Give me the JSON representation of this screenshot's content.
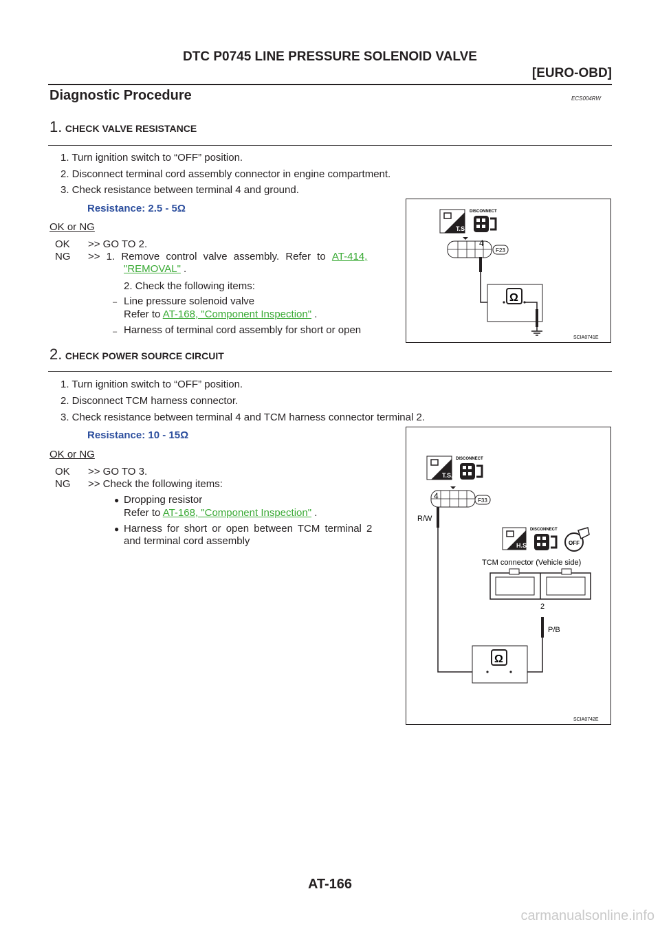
{
  "header": {
    "title": "DTC P0745 LINE PRESSURE SOLENOID VALVE",
    "subtitle": "[EURO-OBD]"
  },
  "section": {
    "title": "Diagnostic Procedure",
    "code": "ECS004RW"
  },
  "step1": {
    "num": "1.",
    "title": "CHECK VALVE RESISTANCE",
    "items": [
      "1. Turn ignition switch to “OFF” position.",
      "2. Disconnect terminal cord assembly connector in engine compartment.",
      "3. Check resistance between terminal 4 and ground."
    ],
    "spec": "Resistance: 2.5 - 5Ω",
    "okng": "OK or NG",
    "ok_label": "OK",
    "ok_text": ">> GO TO 2.",
    "ng_label": "NG",
    "ng_text_a": ">> 1. Remove control valve assembly. Refer to ",
    "ng_link_a": "AT-414,",
    "ng_link_b": "\"REMOVAL\"",
    "ng_after_b": " .",
    "sub2": "2. Check the following items:",
    "bullet1_line1": "Line pressure solenoid valve",
    "bullet1_refer": "Refer to ",
    "bullet1_link": "AT-168, \"Component Inspection\"",
    "bullet1_after": " .",
    "bullet2": "Harness of terminal cord assembly for short or open",
    "dash": "–"
  },
  "diagram1": {
    "disconnect": "DISCONNECT",
    "ts": "T.S.",
    "pin": "4",
    "connector": "F23",
    "ohm": "Ω",
    "code": "SCIA0741E"
  },
  "step2": {
    "num": "2.",
    "title": "CHECK POWER SOURCE CIRCUIT",
    "items": [
      "1. Turn ignition switch to “OFF” position.",
      "2. Disconnect TCM harness connector.",
      "3. Check resistance between terminal 4 and TCM harness connector terminal 2."
    ],
    "spec": "Resistance: 10 - 15Ω",
    "okng": "OK or NG",
    "ok_label": "OK",
    "ok_text": ">> GO TO 3.",
    "ng_label": "NG",
    "ng_text": ">> Check the following items:",
    "bullet1_line1": "Dropping resistor",
    "bullet1_refer": "Refer to ",
    "bullet1_link": "AT-168, \"Component Inspection\"",
    "bullet1_after": " .",
    "bullet2_line1": "Harness for short or open between TCM terminal 2",
    "bullet2_line2": "and terminal cord assembly",
    "dot": "●"
  },
  "diagram2": {
    "disconnect1": "DISCONNECT",
    "ts": "T.S.",
    "pin4": "4",
    "connector": "F33",
    "wire1": "R/W",
    "disconnect2": "DISCONNECT",
    "hs": "H.S.",
    "off": "OFF",
    "tcm_label": "TCM connector (Vehicle side)",
    "pin2": "2",
    "wire2": "P/B",
    "ohm": "Ω",
    "code": "SCIA0742E"
  },
  "footer": {
    "page": "AT-166"
  },
  "watermark": "carmanualsonline.info"
}
